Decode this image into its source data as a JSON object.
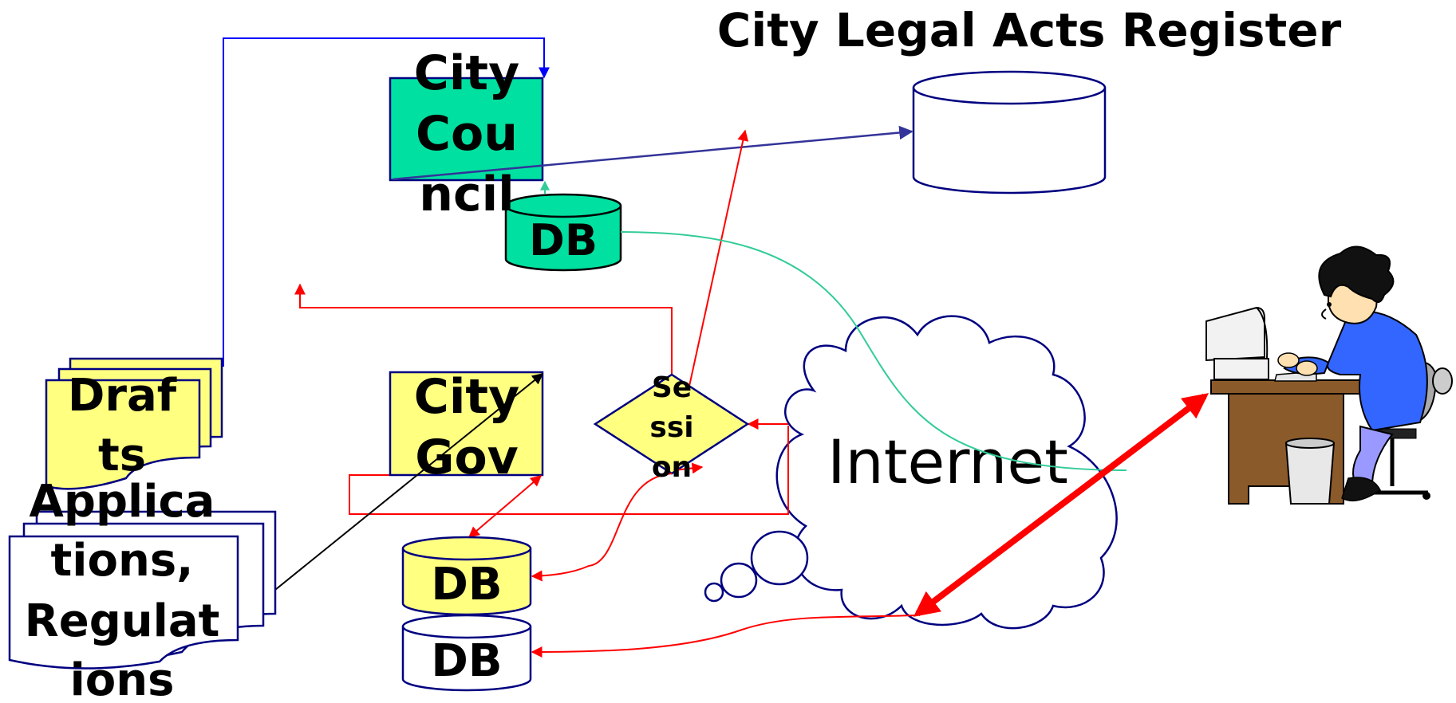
{
  "title": "City Legal Acts Register",
  "nodes": {
    "city_council": {
      "lines": [
        "City",
        "Cou",
        "ncil"
      ]
    },
    "council_db": {
      "label": "DB"
    },
    "city_gov": {
      "lines": [
        "City",
        "Gov"
      ]
    },
    "session": {
      "lines": [
        "Se",
        "ssi",
        "on"
      ]
    },
    "gov_db_yellow": {
      "label": "DB"
    },
    "gov_db_white": {
      "label": "DB"
    },
    "drafts": {
      "lines": [
        "Draf",
        "ts"
      ]
    },
    "applications": {
      "lines": [
        "Applica",
        "tions,",
        "Regulat",
        "ions"
      ]
    },
    "internet": {
      "label": "Internet"
    }
  },
  "colors": {
    "council_fill": "#00E0A0",
    "yellow_fill": "#FFFF80",
    "outline": "#000080",
    "blue_line": "#0000FF",
    "navy_line": "#333399",
    "red_line": "#FF0000",
    "teal_line": "#33CC99"
  }
}
